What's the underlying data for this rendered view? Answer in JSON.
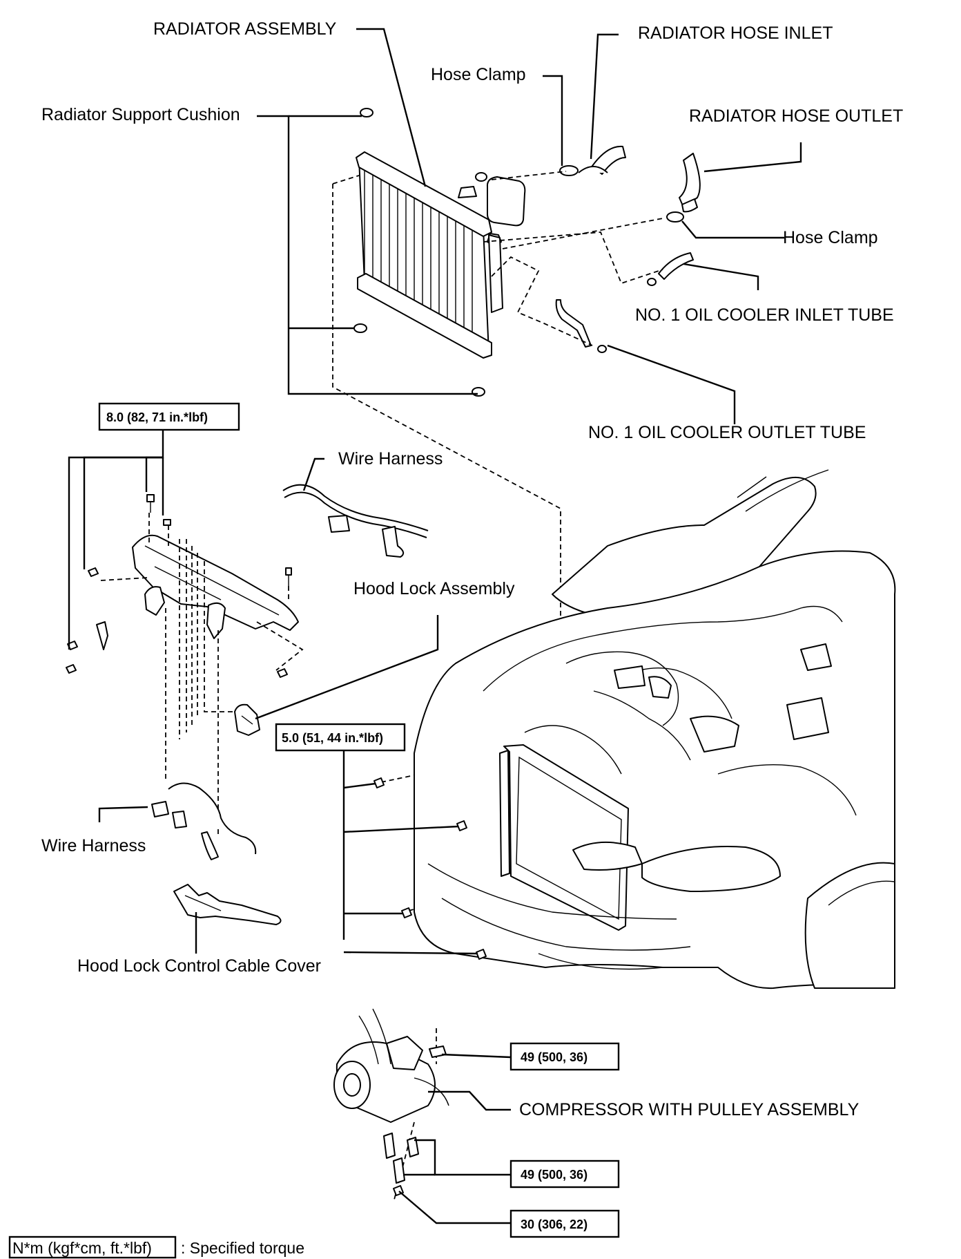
{
  "labels": {
    "radiator_assembly": "RADIATOR ASSEMBLY",
    "radiator_hose_inlet": "RADIATOR HOSE INLET",
    "hose_clamp_upper": "Hose Clamp",
    "radiator_support_cushion": "Radiator Support Cushion",
    "radiator_hose_outlet": "RADIATOR HOSE OUTLET",
    "hose_clamp_lower": "Hose Clamp",
    "oil_cooler_inlet_tube": "NO. 1 OIL COOLER INLET TUBE",
    "oil_cooler_outlet_tube": "NO. 1 OIL COOLER OUTLET TUBE",
    "wire_harness_upper": "Wire Harness",
    "hood_lock_assembly": "Hood Lock Assembly",
    "wire_harness_lower": "Wire Harness",
    "hood_lock_control_cable_cover": "Hood Lock Control Cable Cover",
    "compressor_with_pulley_assembly": "COMPRESSOR WITH PULLEY ASSEMBLY"
  },
  "torques": {
    "support_bolts": "8.0 (82, 71 in.*lbf)",
    "condenser_bolts": "5.0 (51, 44 in.*lbf)",
    "compressor_upper": "49 (500, 36)",
    "compressor_lower": "49 (500, 36)",
    "compressor_nut": "30 (306, 22)"
  },
  "legend": {
    "unit_box": "N*m (kgf*cm, ft.*lbf)",
    "description": ": Specified torque"
  }
}
